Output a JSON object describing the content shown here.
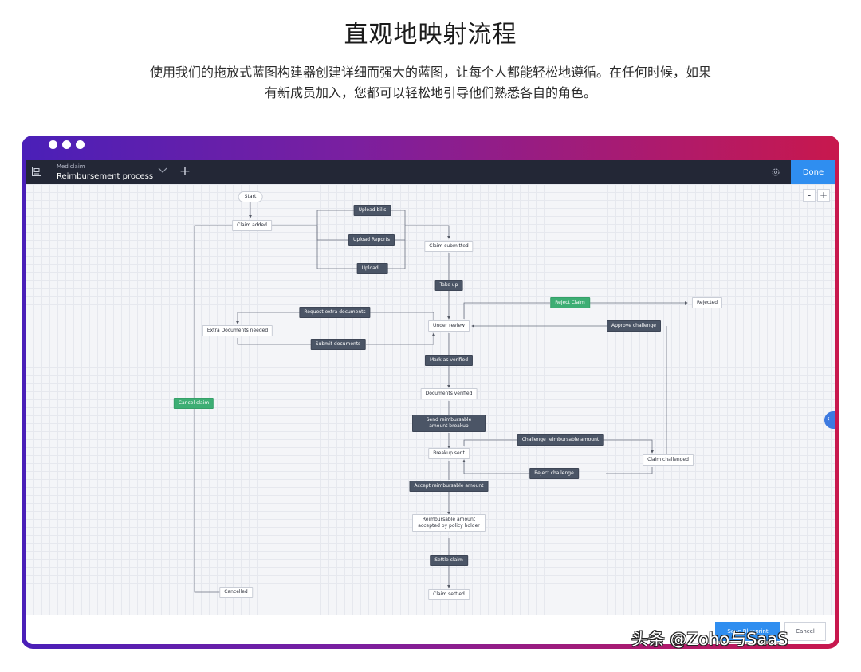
{
  "header": {
    "title": "直观地映射流程",
    "subtitle_line1": "使用我们的拖放式蓝图构建器创建详细而强大的蓝图，让每个人都能轻松地遵循。在任何时候，如果",
    "subtitle_line2": "有新成员加入，您都可以轻松地引导他们熟悉各自的角色。"
  },
  "app": {
    "module": "Mediclaim",
    "process_name": "Reimbursement process",
    "add_tab_label": "+",
    "done_label": "Done",
    "zoom_out_label": "-",
    "zoom_in_label": "+",
    "side_handle_label": "‹",
    "save_label": "Save Blueprint",
    "cancel_label": "Cancel"
  },
  "flow": {
    "states": {
      "start": "Start",
      "claim_added": "Claim added",
      "claim_submitted": "Claim submitted",
      "rejected": "Rejected",
      "extra_docs": "Extra Documents needed",
      "under_review": "Under review",
      "docs_verified": "Documents verified",
      "breakup_sent": "Breakup sent",
      "claim_challenged": "Claim challenged",
      "accepted": "Reimbursable amount accepted by policy holder",
      "cancelled": "Cancelled",
      "claim_settled": "Claim settled"
    },
    "transitions": {
      "upload_bills": "Upload bills",
      "upload_reports": "Upload Reports",
      "upload_other": "Upload...",
      "take_up": "Take up",
      "reject_claim": "Reject Claim",
      "request_docs": "Request extra documents",
      "submit_docs": "Submit documents",
      "approve_challenge": "Approve challenge",
      "mark_verified": "Mark as verified",
      "cancel_claim": "Cancel claim",
      "send_breakup": "Send reimbursable amount breakup",
      "challenge_amount": "Challenge reimbursable amount",
      "reject_challenge": "Reject challenge",
      "accept_amount": "Accept reimbursable amount",
      "settle_claim": "Settle claim"
    }
  },
  "colors": {
    "accent": "#2f8ef0",
    "transition_node": "#4b5566",
    "transition_green": "#3dae74",
    "topbar": "#232736"
  },
  "watermark": "头条 @Zoho与SaaS"
}
